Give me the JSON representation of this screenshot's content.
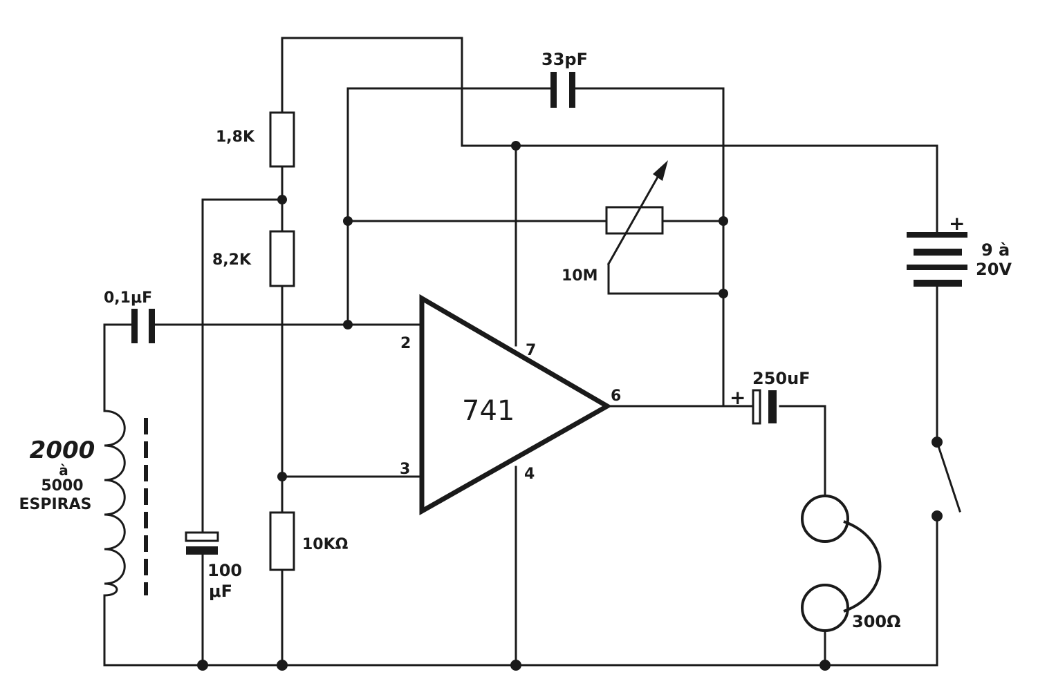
{
  "labels": {
    "r_top": "1,8K",
    "r_mid": "8,2K",
    "r_bottom": "10KΩ",
    "c_in": "0,1μF",
    "c_fb": "33pF",
    "pot": "10M",
    "c_out": "250uF",
    "c_out_plus": "+",
    "c_bias_line1": "100",
    "c_bias_line2": "μF",
    "coil_line1": "2000",
    "coil_line2": "à",
    "coil_line3": "5000",
    "coil_line4": "ESPIRAS",
    "opamp": "741",
    "pin2": "2",
    "pin3": "3",
    "pin4": "4",
    "pin6": "6",
    "pin7": "7",
    "battery_plus": "+",
    "battery_line1": "9 à",
    "battery_line2": "20V",
    "headphone": "300Ω"
  },
  "colors": {
    "ink": "#1a1a1a",
    "paper": "#ffffff"
  }
}
